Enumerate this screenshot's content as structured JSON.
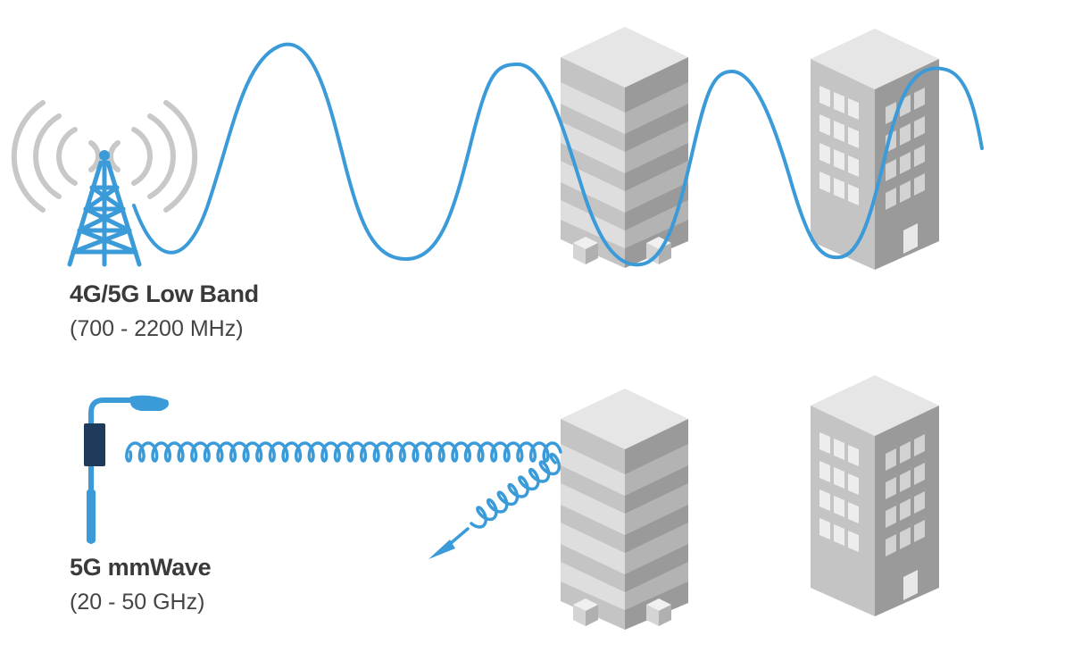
{
  "low_band": {
    "title": "4G/5G Low Band",
    "range": "(700 - 2200 MHz)"
  },
  "mmwave": {
    "title": "5G mmWave",
    "range": "(20 - 50 GHz)"
  },
  "icons": {
    "tower": "cell-tower-icon",
    "small_cell": "street-light-small-cell-icon",
    "building": "office-building-icon"
  },
  "colors": {
    "wave": "#3b9bd9",
    "tower": "#3b9bd9",
    "signal_arcs": "#c8c8c8",
    "small_cell_box": "#1f3b5c",
    "building_light": "#dcdcdc",
    "building_mid": "#b7b7b7",
    "building_dark": "#8f8f8f",
    "text": "#3a3a3a"
  }
}
